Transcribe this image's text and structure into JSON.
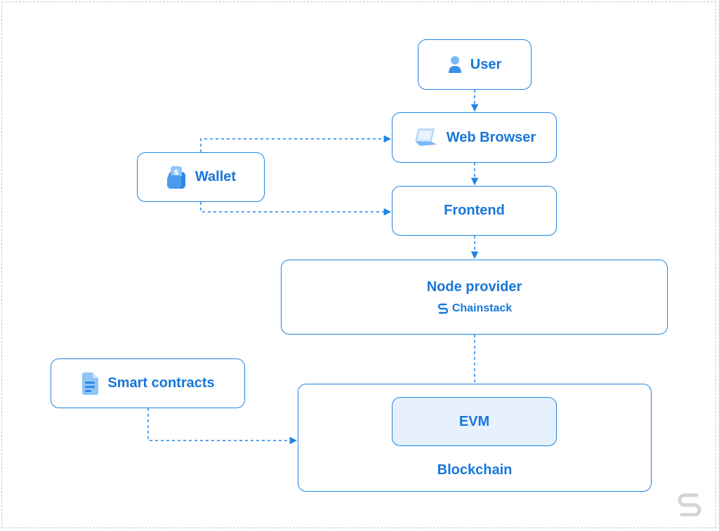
{
  "nodes": {
    "user": "User",
    "web_browser": "Web Browser",
    "wallet": "Wallet",
    "frontend": "Frontend",
    "node_provider": "Node provider",
    "provider_brand": "Chainstack",
    "smart_contracts": "Smart contracts",
    "evm": "EVM",
    "blockchain": "Blockchain"
  },
  "icons": {
    "user": "user-icon",
    "web_browser": "laptop-icon",
    "wallet": "wallet-icon",
    "provider_brand": "chainstack-logo",
    "smart_contracts": "document-icon",
    "corner_logo": "chainstack-logo"
  },
  "colors": {
    "accent": "#1f84e6",
    "text": "#1677d8",
    "evm_fill": "#e6f1fd",
    "frame": "#c4c9cf"
  }
}
